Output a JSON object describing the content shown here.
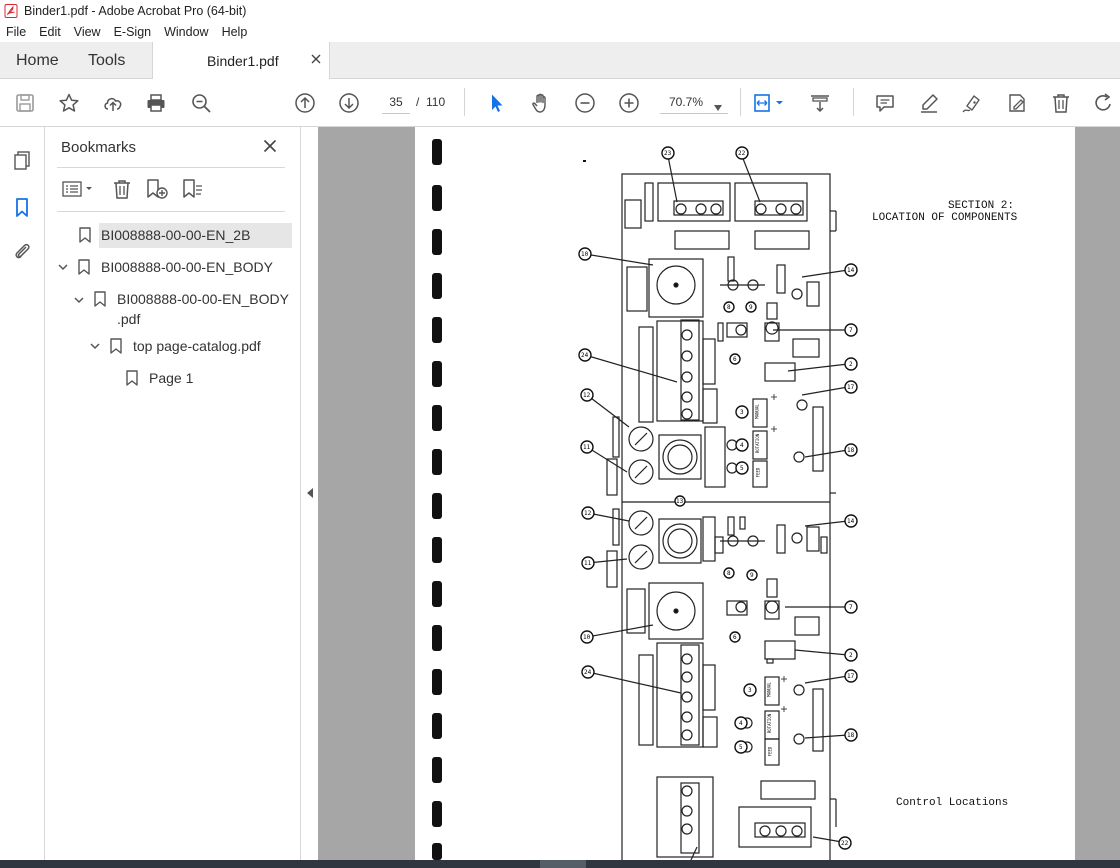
{
  "window": {
    "title": "Binder1.pdf - Adobe Acrobat Pro (64-bit)"
  },
  "menu": {
    "items": [
      "File",
      "Edit",
      "View",
      "E-Sign",
      "Window",
      "Help"
    ]
  },
  "tabs": {
    "home": "Home",
    "tools": "Tools",
    "document": "Binder1.pdf"
  },
  "toolbar": {
    "current_page": "35",
    "page_separator": "/",
    "total_pages": "110",
    "zoom": "70.7%"
  },
  "bookmarks": {
    "title": "Bookmarks",
    "items": [
      {
        "label": "BI008888-00-00-EN_2B"
      },
      {
        "label": "BI008888-00-00-EN_BODY"
      },
      {
        "label_line1": "BI008888-00-00-EN_BODY",
        "label_line2": ".pdf"
      },
      {
        "label": "top page-catalog.pdf"
      },
      {
        "label": "Page 1"
      }
    ]
  },
  "page": {
    "heading_line1": "SECTION 2:",
    "heading_line2": "LOCATION OF COMPONENTS",
    "caption": "Control Locations",
    "callouts": {
      "c1": "23",
      "c2": "22",
      "c3": "10",
      "c4": "14",
      "c5": "8",
      "c6": "9",
      "c7": "7",
      "c8": "6",
      "c9": "24",
      "c10": "2",
      "c11": "17",
      "c12": "12",
      "c13": "3",
      "c14": "11",
      "c15": "4",
      "c16": "5",
      "c17": "18",
      "c18": "13",
      "c19": "12",
      "c20": "14",
      "c21": "11",
      "c22": "8",
      "c23": "9",
      "c24": "10",
      "c25": "7",
      "c26": "6",
      "c27": "24",
      "c28": "2",
      "c29": "17",
      "c30": "3",
      "c31": "4",
      "c32": "5",
      "c33": "18",
      "c34": "22"
    },
    "panel_labels": {
      "p1": "MANUAL",
      "p2": "ROTATION",
      "p3": "FEED",
      "p4": "MANUAL",
      "p5": "ROTATION",
      "p6": "FEED"
    }
  },
  "colors": {
    "selection_blue": "#1473e6",
    "acrobat_red": "#d7282f",
    "canvas_gray": "#a6a6a6"
  }
}
